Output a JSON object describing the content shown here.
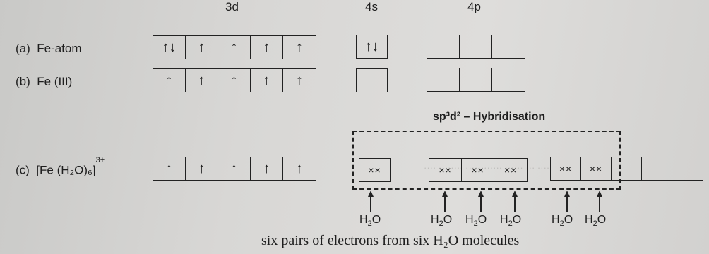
{
  "headers": {
    "d3": "3d",
    "s4": "4s",
    "p4": "4p"
  },
  "rows": [
    {
      "label_letter": "(a)",
      "label_text": "Fe-atom"
    },
    {
      "label_letter": "(b)",
      "label_text": "Fe (III)"
    },
    {
      "label_letter": "(c)",
      "label_text": "[Fe (H₂O)₆]",
      "charge": "3+"
    }
  ],
  "symbols": {
    "pair": "↑↓",
    "up": "↑",
    "xx": "××"
  },
  "hybridisation_label": "sp³d² – Hybridisation",
  "water_label_main": "H",
  "water_label_sub": "2",
  "water_label_end": "O",
  "caption": "six pairs of electrons from six H₂O molecules"
}
